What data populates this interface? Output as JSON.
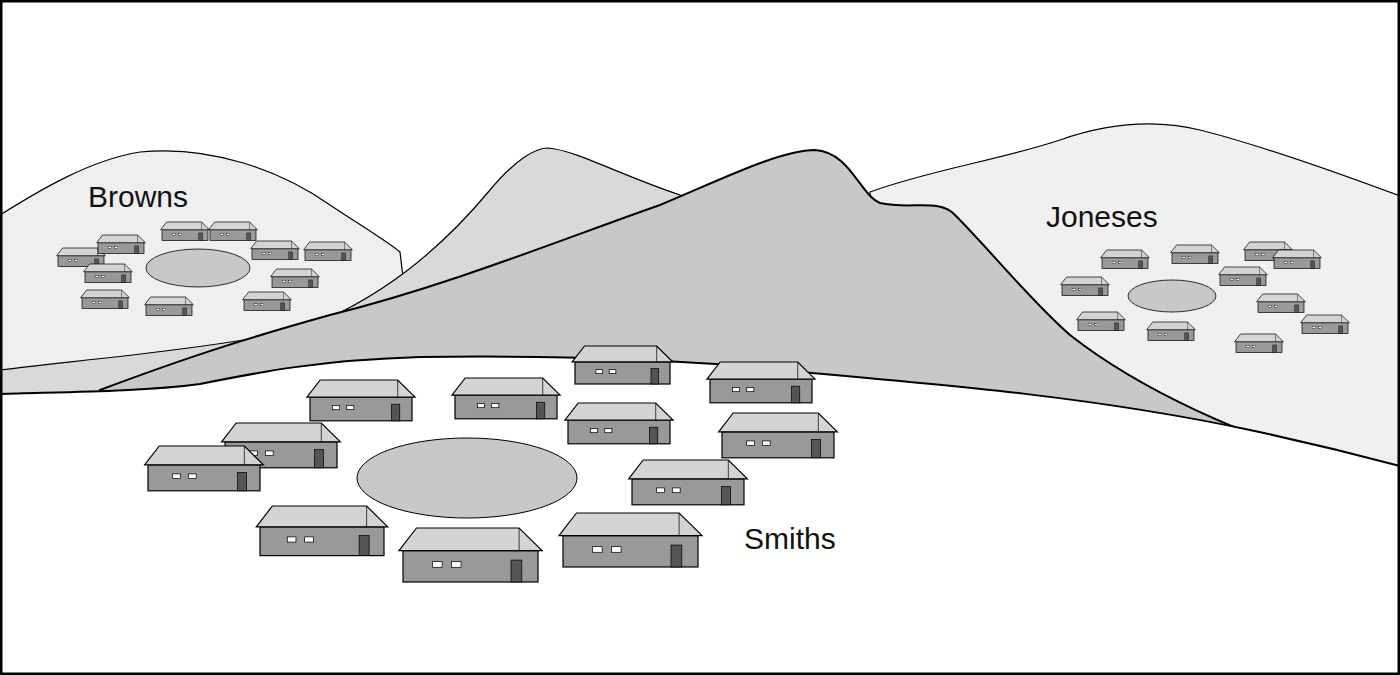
{
  "diagram": {
    "labels": [
      "Browns",
      "Joneses",
      "Smiths"
    ]
  }
}
